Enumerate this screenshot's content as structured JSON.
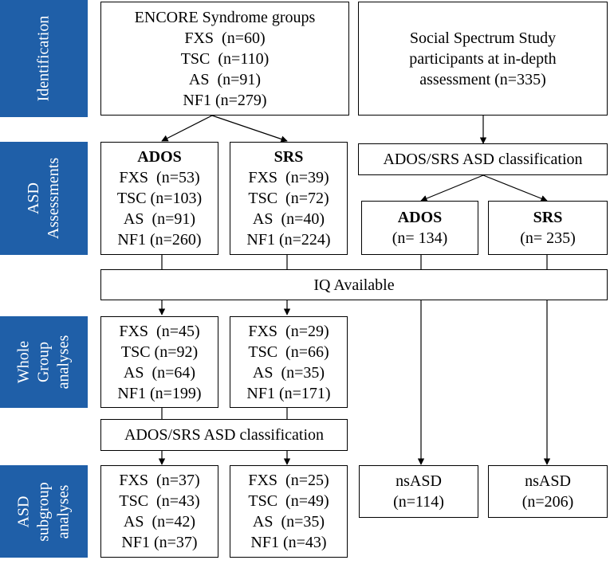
{
  "side_labels": {
    "identification": [
      "Identification"
    ],
    "asd_assessments": [
      "ASD",
      "Assessments"
    ],
    "whole_group": [
      "Whole",
      "Group",
      "analyses"
    ],
    "asd_subgroup": [
      "ASD",
      "subgroup",
      "analyses"
    ]
  },
  "encore": {
    "title": "ENCORE Syndrome groups",
    "lines": [
      "FXS  (n=60)",
      "TSC  (n=110)",
      "AS  (n=91)",
      "NF1 (n=279)"
    ]
  },
  "social": {
    "lines": [
      "Social Spectrum Study",
      "participants at in-depth",
      "assessment (n=335)"
    ]
  },
  "ados_assess": {
    "title": "ADOS",
    "lines": [
      "FXS  (n=53)",
      "TSC (n=103)",
      "AS  (n=91)",
      "NF1 (n=260)"
    ]
  },
  "srs_assess": {
    "title": "SRS",
    "lines": [
      "FXS  (n=39)",
      "TSC  (n=72)",
      "AS  (n=40)",
      "NF1 (n=224)"
    ]
  },
  "ados_srs_classification_top": {
    "label": "ADOS/SRS ASD classification"
  },
  "social_ados": {
    "title": "ADOS",
    "count": "(n= 134)"
  },
  "social_srs": {
    "title": "SRS",
    "count": "(n= 235)"
  },
  "iq_available": {
    "label": "IQ Available"
  },
  "whole_ados": {
    "lines": [
      "FXS  (n=45)",
      "TSC (n=92)",
      "AS  (n=64)",
      "NF1 (n=199)"
    ]
  },
  "whole_srs": {
    "lines": [
      "FXS  (n=29)",
      "TSC  (n=66)",
      "AS  (n=35)",
      "NF1 (n=171)"
    ]
  },
  "ados_srs_classification_bottom": {
    "label": "ADOS/SRS ASD classification"
  },
  "sub_ados": {
    "lines": [
      "FXS  (n=37)",
      "TSC  (n=43)",
      "AS  (n=42)",
      "NF1 (n=37)"
    ]
  },
  "sub_srs": {
    "lines": [
      "FXS  (n=25)",
      "TSC  (n=49)",
      "AS  (n=35)",
      "NF1 (n=43)"
    ]
  },
  "nsasd_ados": {
    "lines": [
      "nsASD",
      "(n=114)"
    ]
  },
  "nsasd_srs": {
    "lines": [
      "nsASD",
      "(n=206)"
    ]
  },
  "colors": {
    "side_panel": "#1f5fa8",
    "border": "#000000",
    "background": "#ffffff"
  }
}
